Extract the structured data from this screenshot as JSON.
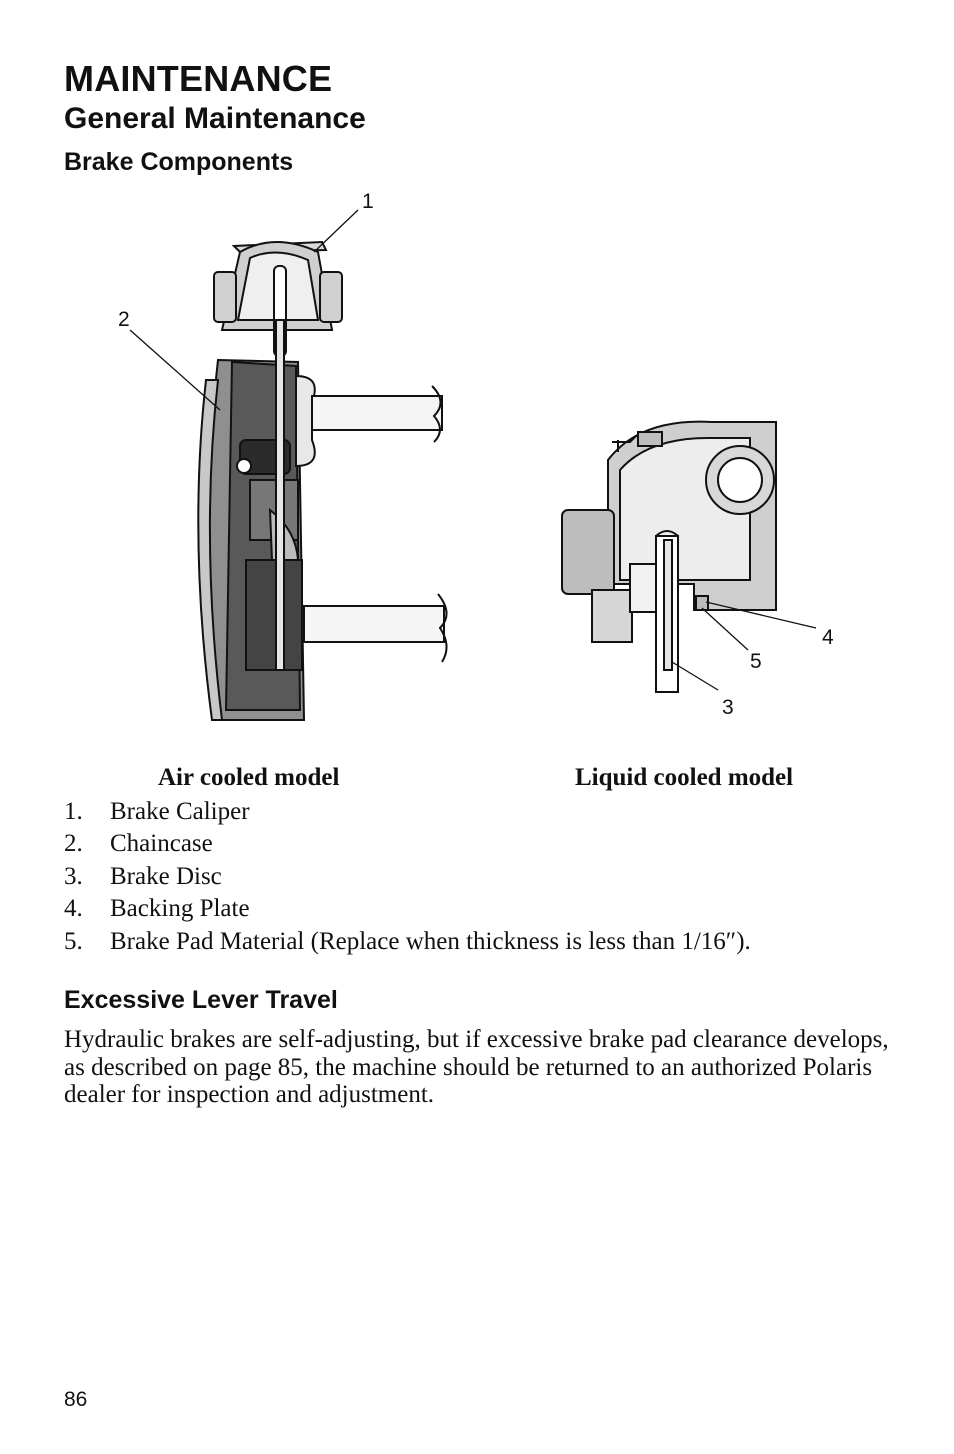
{
  "header": {
    "title": "MAINTENANCE",
    "subtitle": "General Maintenance",
    "section": "Brake Components"
  },
  "figure": {
    "callouts": [
      "1",
      "2",
      "3",
      "4",
      "5"
    ],
    "caption_left": "Air cooled model",
    "caption_right": "Liquid cooled model"
  },
  "legend": [
    {
      "num": "1.",
      "text": "Brake Caliper"
    },
    {
      "num": "2.",
      "text": "Chaincase"
    },
    {
      "num": "3.",
      "text": "Brake Disc"
    },
    {
      "num": "4.",
      "text": "Backing Plate"
    },
    {
      "num": "5.",
      "text": "Brake Pad Material (Replace when thickness is less than 1/16″)."
    }
  ],
  "subsection": {
    "title": "Excessive Lever Travel",
    "body": "Hydraulic brakes are self-adjusting, but if excessive brake pad clearance develops, as described on page 85, the machine should be returned to an authorized Polaris dealer for inspection and adjustment."
  },
  "footer": {
    "page_number": "86"
  }
}
